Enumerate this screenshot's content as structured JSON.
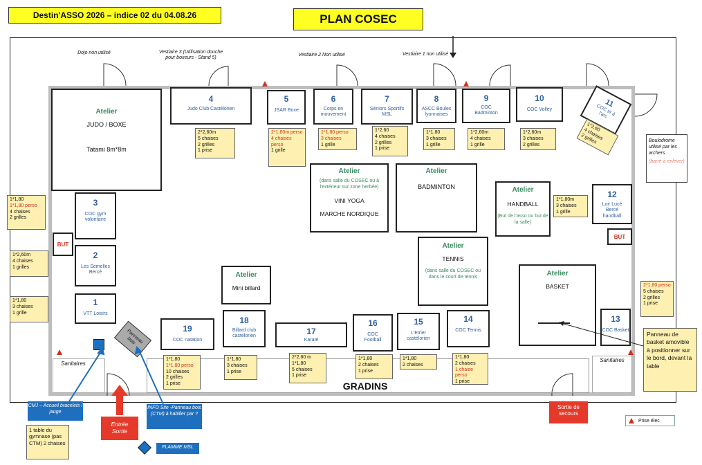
{
  "header": {
    "doc_title": "Destin'ASSO 2026 – indice 02 du 04.08.26",
    "plan_title": "PLAN COSEC"
  },
  "top_labels": {
    "dojo": "Dojo non utilisé",
    "vestiaire3": "Vestiaire 3 (Utilisation douche pour boxeurs - Stand 5)",
    "vestiaire2": "Vestiaire 2 Non utilisé",
    "vestiaire1": "Vestiaire 1 non utilisé"
  },
  "stands": [
    {
      "num": "4",
      "name": "Judo Club Castélorien"
    },
    {
      "num": "5",
      "name": "JSAR Boxe"
    },
    {
      "num": "6",
      "name": "Corps en mouvement"
    },
    {
      "num": "7",
      "name": "Séniors Sportifs MSL"
    },
    {
      "num": "8",
      "name": "ASCC Boules lyonnaises"
    },
    {
      "num": "9",
      "name": "COC Badminton"
    },
    {
      "num": "10",
      "name": "COC Volley"
    },
    {
      "num": "11",
      "name": "COC tir à l'arc"
    },
    {
      "num": "12",
      "name": "Loir Lucé Bercé handball"
    },
    {
      "num": "13",
      "name": "COC Basket"
    },
    {
      "num": "14",
      "name": "COC Tennis"
    },
    {
      "num": "15",
      "name": "L'Etrier castélorien"
    },
    {
      "num": "16",
      "name": "COC Football"
    },
    {
      "num": "17",
      "name": "Karaté"
    },
    {
      "num": "18",
      "name": "Billard club castélorien"
    },
    {
      "num": "19",
      "name": "COC natation"
    },
    {
      "num": "1",
      "name": "VTT Loisirs"
    },
    {
      "num": "2",
      "name": "Les Semelles Bercé"
    },
    {
      "num": "3",
      "name": "COC gym volontaire"
    }
  ],
  "notes": {
    "n4": [
      "2*2,60m",
      "5 chaises",
      "2 grilles",
      "1 prise"
    ],
    "n5": [
      "2*1,80m perso",
      "4 chaises perso",
      "1 grille"
    ],
    "n6": [
      "1*1,80 perso",
      "3 chaises",
      "1 grille"
    ],
    "n7": [
      "1*2.60",
      "4 chaises",
      "2 grilles",
      "1 prise"
    ],
    "n8": [
      "1*1.80",
      "3 chaises",
      "1 grille"
    ],
    "n9": [
      "1*2,60m",
      "4 chaises",
      "1 grille"
    ],
    "n10": [
      "1*2,60m",
      "3 chaises",
      "2 grilles"
    ],
    "n11": [
      "1*2,60",
      "4 chaises",
      "2 grilles"
    ],
    "n12": [
      "1*1,80m",
      "3 chaises",
      "1 grille"
    ],
    "n13": [
      "2*1,80 perso",
      "5 chaises",
      "2 grilles",
      "1 prise"
    ],
    "n14": [
      "1*1,80",
      "2 chaises",
      "1 chaise perso",
      "1 prise"
    ],
    "n15": [
      "1*1,80",
      "2 chaises"
    ],
    "n16": [
      "1*1,80",
      "2 chaises",
      "1 prise"
    ],
    "n17": [
      "2*2,60 m",
      "1*1,80",
      "5 chaises",
      "1 prise"
    ],
    "n18": [
      "1*1,80",
      "3 chaises",
      "1 prise"
    ],
    "n19": [
      "1*1,80",
      "1*1,80 perso",
      "10 chaises",
      "2 grilles",
      "1 prise"
    ],
    "n3": [
      "1*1,80",
      "1*1,80 perso",
      "4 chaises",
      "2 grilles"
    ],
    "n2": [
      "1*2,60m",
      "4 chaises",
      "1 grilles"
    ],
    "n1": [
      "1*1,80",
      "3 chaises",
      "1 grille"
    ]
  },
  "ateliers": {
    "judo": {
      "title": "Atelier",
      "name": "JUDO / BOXE",
      "sub": "Tatami 8m*8m"
    },
    "vini": {
      "title": "Atelier",
      "sub": "(dans salle du COSEC ou à l'extérieur sur zone herbée)",
      "name1": "VINI YOGA",
      "name2": "MARCHE NORDIQUE"
    },
    "badminton": {
      "title": "Atelier",
      "name": "BADMINTON"
    },
    "handball": {
      "title": "Atelier",
      "name": "HANDBALL",
      "sub": "(But de l'asso ou but de la salle)"
    },
    "tennis": {
      "title": "Atelier",
      "name": "TENNIS",
      "sub": "(dans salle du COSEC ou dans le court de tennis"
    },
    "billard": {
      "title": "Atelier",
      "name": "Mini billard"
    },
    "basket": {
      "title": "Atelier",
      "name": "BASKET"
    }
  },
  "labels": {
    "but": "BUT",
    "sanitaires": "Sanitaires",
    "gradins": "GRADINS",
    "boulodrome": "Boulodrome utilisé par les archers",
    "boulodrome_note": "(barre à enlever)",
    "panneau": "Panneau bois",
    "panneau_basket": "Panneau de basket amovible à positionner sur le bord, devant la table",
    "cmj": "CMJ – Accueil bracelets / jauge",
    "info": "INFO Site -Panneau bois (CTM) à habiller par ?",
    "entree": "Entrée Sortie",
    "secours": "Sortie de secours",
    "flamme": "FLAMME MSL",
    "prise": "Prise élec",
    "table": "1 table du gymnase (pas CTM) 2 chaises"
  }
}
